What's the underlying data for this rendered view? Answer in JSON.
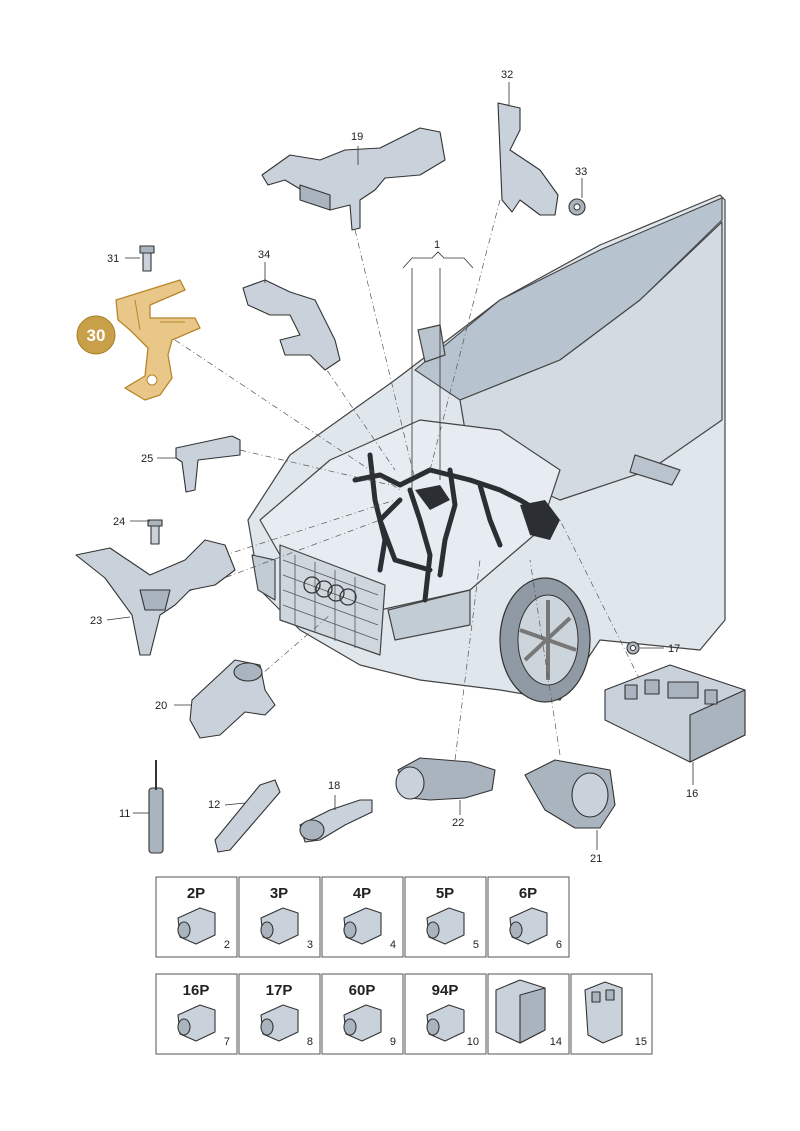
{
  "callouts": {
    "c1": "1",
    "c2": "2",
    "c3": "3",
    "c4": "4",
    "c5": "5",
    "c6": "6",
    "c7": "7",
    "c8": "8",
    "c9": "9",
    "c10": "10",
    "c11": "11",
    "c12": "12",
    "c14": "14",
    "c15": "15",
    "c16": "16",
    "c17": "17",
    "c18": "18",
    "c19": "19",
    "c20": "20",
    "c21": "21",
    "c22": "22",
    "c23": "23",
    "c24": "24",
    "c25": "25",
    "c30": "30",
    "c31": "31",
    "c32": "32",
    "c33": "33",
    "c34": "34"
  },
  "highlighted_part": "30",
  "connector_boxes": [
    {
      "title": "2P",
      "num": "2"
    },
    {
      "title": "3P",
      "num": "3"
    },
    {
      "title": "4P",
      "num": "4"
    },
    {
      "title": "5P",
      "num": "5"
    },
    {
      "title": "6P",
      "num": "6"
    },
    {
      "title": "16P",
      "num": "7"
    },
    {
      "title": "17P",
      "num": "8"
    },
    {
      "title": "60P",
      "num": "9"
    },
    {
      "title": "94P",
      "num": "10"
    }
  ],
  "colors": {
    "highlight": "#d4a650",
    "highlight_fill": "#e8c788",
    "part": "#c9d2db",
    "car": "#dfe6ec"
  }
}
